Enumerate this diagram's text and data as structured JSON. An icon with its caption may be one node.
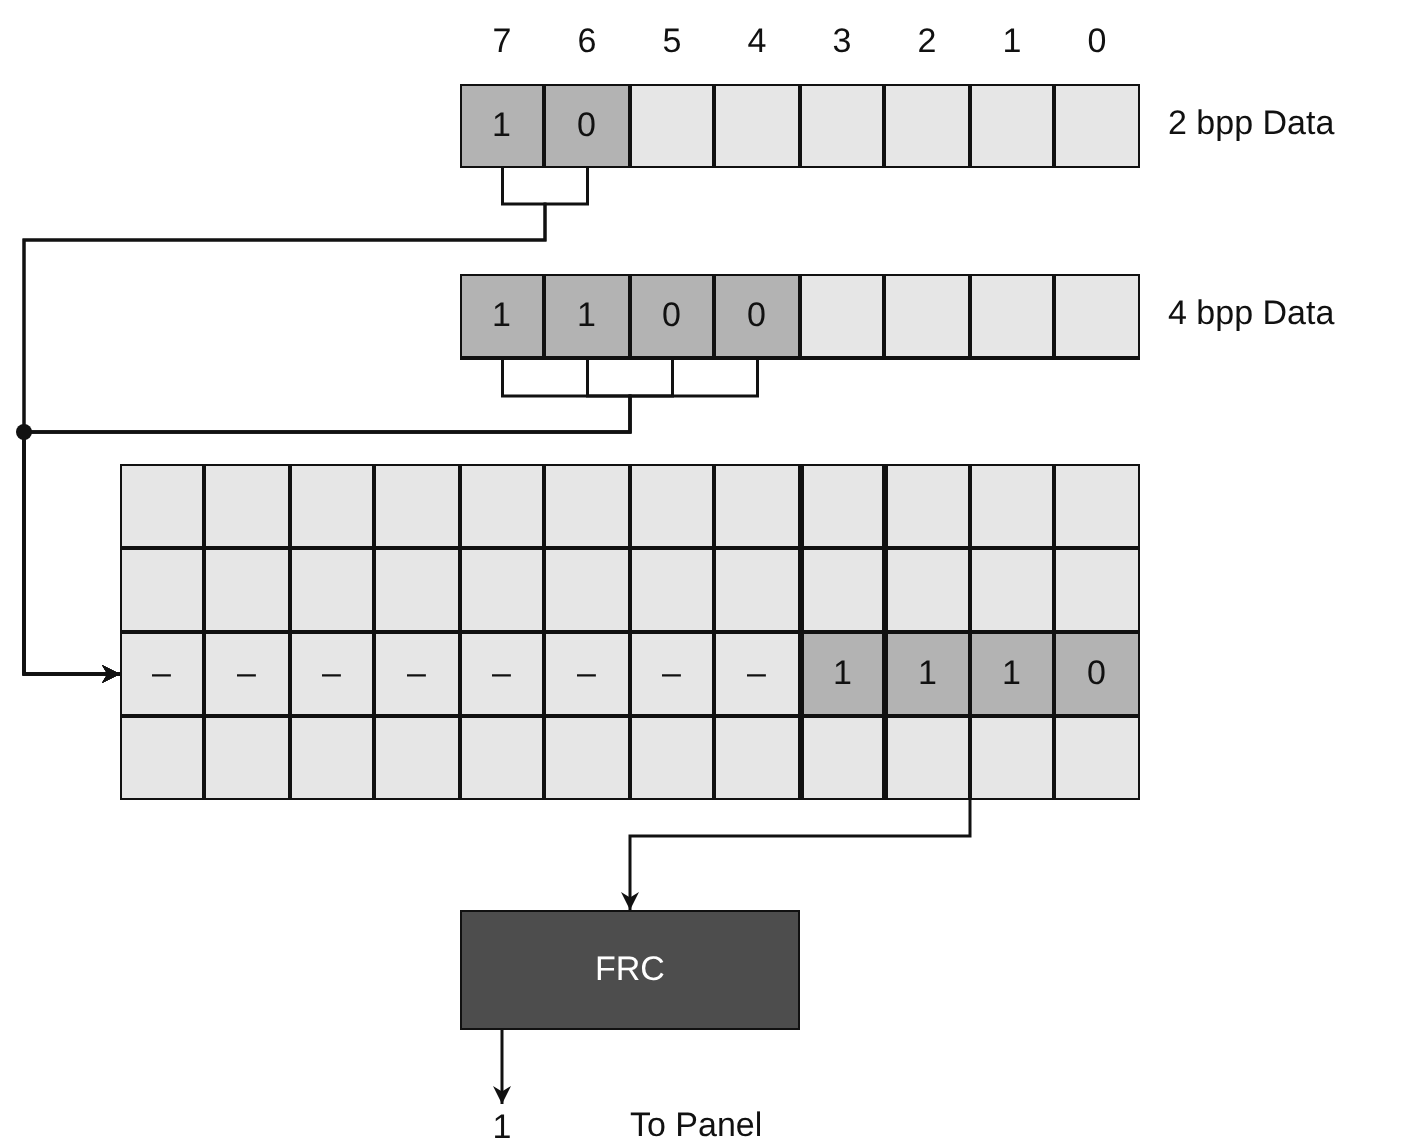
{
  "diagram": {
    "nodes": [
      {
        "text": [],
        "shape": "box",
        "beside": [
          "2 bpp Data"
        ]
      },
      {
        "text": [
          "1"
        ],
        "in": 0
      },
      {
        "text": [
          "0"
        ],
        "in": 0
      },
      {
        "text": [],
        "shape": "box",
        "in": 0
      },
      {
        "text": [],
        "shape": "box",
        "in": 0
      },
      {
        "text": [],
        "shape": "box",
        "in": 0
      },
      {
        "text": [],
        "shape": "box",
        "in": 0
      },
      {
        "text": [],
        "shape": "box",
        "in": 0
      },
      {
        "text": [],
        "shape": "box",
        "in": 0
      },
      {
        "text": [],
        "shape": "box",
        "beside": [
          "4 bpp Data"
        ]
      },
      {
        "text": [
          "1"
        ],
        "in": 9
      },
      {
        "text": [
          "1"
        ],
        "in": 9
      },
      {
        "text": [
          "0"
        ],
        "in": 9
      },
      {
        "text": [
          "0"
        ],
        "in": 9
      },
      {
        "text": [],
        "shape": "box",
        "in": 9
      },
      {
        "text": [],
        "shape": "box",
        "in": 9
      },
      {
        "text": [],
        "shape": "box",
        "in": 9
      },
      {
        "text": [],
        "shape": "box",
        "in": 9
      },
      {
        "text": [],
        "shape": "box"
      },
      {
        "text": [],
        "shape": "box",
        "in": 18
      },
      {
        "text": [],
        "shape": "box",
        "in": 18
      },
      {
        "text": [],
        "shape": "box",
        "in": 18
      },
      {
        "text": [],
        "shape": "box",
        "in": 18
      },
      {
        "text": [],
        "shape": "box",
        "in": 18
      },
      {
        "text": [],
        "shape": "box",
        "in": 18
      },
      {
        "text": [],
        "shape": "box",
        "in": 18
      },
      {
        "text": [],
        "shape": "box",
        "in": 18
      },
      {
        "text": [],
        "shape": "box",
        "in": 18
      },
      {
        "text": [],
        "shape": "box",
        "in": 18
      },
      {
        "text": [],
        "shape": "box",
        "in": 18
      },
      {
        "text": [],
        "shape": "box",
        "in": 18
      },
      {
        "text": [],
        "shape": "box",
        "in": 18
      },
      {
        "text": [],
        "shape": "box",
        "in": 18
      },
      {
        "text": [],
        "shape": "box",
        "in": 18
      },
      {
        "text": [],
        "shape": "box",
        "in": 18
      },
      {
        "text": [],
        "shape": "box",
        "in": 18
      },
      {
        "text": [],
        "shape": "box",
        "in": 18
      },
      {
        "text": [],
        "shape": "box",
        "in": 18
      },
      {
        "text": [],
        "shape": "box",
        "in": 18
      },
      {
        "text": [],
        "shape": "box",
        "in": 18
      },
      {
        "text": [],
        "shape": "box",
        "in": 18
      },
      {
        "text": [],
        "shape": "box",
        "in": 18
      },
      {
        "text": [],
        "shape": "box",
        "in": 18
      },
      {
        "text": [
          "–"
        ],
        "in": 18
      },
      {
        "text": [
          "–"
        ],
        "in": 18
      },
      {
        "text": [
          "–"
        ],
        "in": 18
      },
      {
        "text": [
          "–"
        ],
        "in": 18
      },
      {
        "text": [
          "–"
        ],
        "in": 18
      },
      {
        "text": [
          "–"
        ],
        "in": 18
      },
      {
        "text": [
          "–"
        ],
        "in": 18
      },
      {
        "text": [
          "–"
        ],
        "in": 18
      },
      {
        "text": [
          "1"
        ],
        "in": 18
      },
      {
        "text": [
          "1"
        ],
        "in": 18
      },
      {
        "text": [
          "1"
        ],
        "in": 18
      },
      {
        "text": [
          "0"
        ],
        "in": 18
      },
      {
        "text": [],
        "shape": "box",
        "in": 18
      },
      {
        "text": [],
        "shape": "box",
        "in": 18
      },
      {
        "text": [],
        "shape": "box",
        "in": 18
      },
      {
        "text": [],
        "shape": "box",
        "in": 18
      },
      {
        "text": [],
        "shape": "box",
        "in": 18
      },
      {
        "text": [],
        "shape": "box",
        "in": 18
      },
      {
        "text": [],
        "shape": "box",
        "in": 18
      },
      {
        "text": [],
        "shape": "box",
        "in": 18
      },
      {
        "text": [],
        "shape": "box",
        "in": 18
      },
      {
        "text": [],
        "shape": "box",
        "in": 18
      },
      {
        "text": [],
        "shape": "box",
        "in": 18
      },
      {
        "text": [],
        "shape": "box",
        "in": 18
      },
      {
        "text": [
          "FRC"
        ]
      },
      {
        "text": [
          "1"
        ],
        "beside": [
          "To Panel"
        ]
      }
    ],
    "edges": [
      {
        "from": 1,
        "to": 43,
        "arrow": "to"
      },
      {
        "from": 2,
        "to": 43,
        "arrow": "to"
      },
      {
        "from": 10,
        "to": 43,
        "arrow": "to"
      },
      {
        "from": 11,
        "to": 43,
        "arrow": "to"
      },
      {
        "from": 12,
        "to": 43,
        "arrow": "to"
      },
      {
        "from": 13,
        "to": 43,
        "arrow": "to"
      },
      {
        "from": 18,
        "to": 67,
        "arrow": "to"
      },
      {
        "from": 67,
        "to": 68,
        "arrow": "to"
      }
    ],
    "labels": [
      "7",
      "6",
      "5",
      "4",
      "3",
      "2",
      "1",
      "0"
    ]
  }
}
